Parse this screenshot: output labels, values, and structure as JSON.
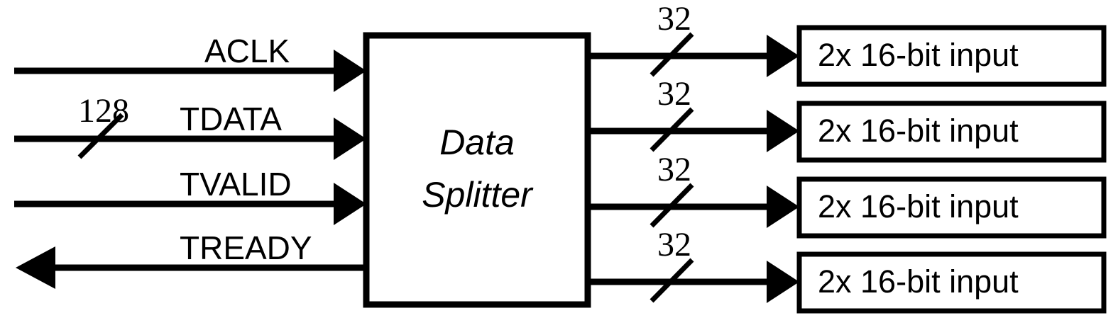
{
  "diagram": {
    "type": "block-diagram",
    "title": "Data Splitter",
    "background_color": "#ffffff",
    "line_color": "#000000",
    "block": {
      "label_line1": "Data",
      "label_line2": "Splitter"
    },
    "input_signals": [
      {
        "name": "ACLK",
        "direction": "in",
        "width": null,
        "width_text": ""
      },
      {
        "name": "TDATA",
        "direction": "in",
        "width": 128,
        "width_text": "128"
      },
      {
        "name": "TVALID",
        "direction": "in",
        "width": null,
        "width_text": ""
      },
      {
        "name": "TREADY",
        "direction": "out",
        "width": null,
        "width_text": ""
      }
    ],
    "output_signals": [
      {
        "width_text": "32",
        "sink": "2x 16-bit input"
      },
      {
        "width_text": "32",
        "sink": "2x 16-bit input"
      },
      {
        "width_text": "32",
        "sink": "2x 16-bit input"
      },
      {
        "width_text": "32",
        "sink": "2x 16-bit input"
      }
    ]
  }
}
